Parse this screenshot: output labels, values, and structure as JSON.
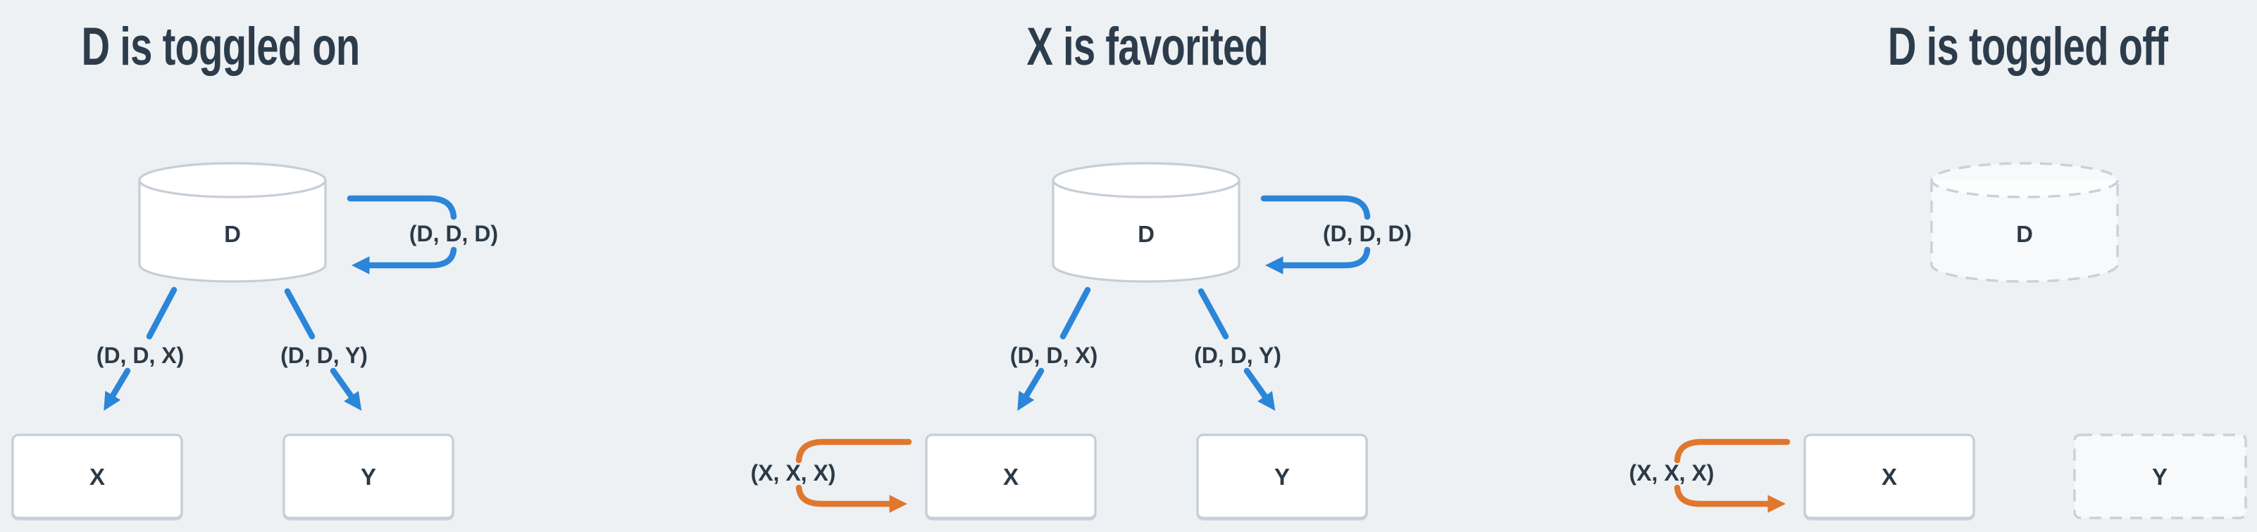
{
  "colors": {
    "background": "#edf1f4",
    "title": "#2d3c4b",
    "label": "#2c3a47",
    "arrow_blue": "#2b85d8",
    "arrow_orange": "#e0772e",
    "shape_border": "#c5ced7"
  },
  "panels": [
    {
      "title": "D is toggled on",
      "nodes": {
        "d": "D",
        "x": "X",
        "y": "Y"
      },
      "edges": {
        "self_d": "(D, D, D)",
        "d_x": "(D, D, X)",
        "d_y": "(D, D, Y)"
      }
    },
    {
      "title": "X is favorited",
      "nodes": {
        "d": "D",
        "x": "X",
        "y": "Y"
      },
      "edges": {
        "self_d": "(D, D, D)",
        "d_x": "(D, D, X)",
        "d_y": "(D, D, Y)",
        "self_x": "(X, X, X)"
      }
    },
    {
      "title": "D is toggled off",
      "nodes": {
        "d": "D",
        "x": "X",
        "y": "Y"
      },
      "edges": {
        "self_x": "(X, X, X)"
      }
    }
  ]
}
